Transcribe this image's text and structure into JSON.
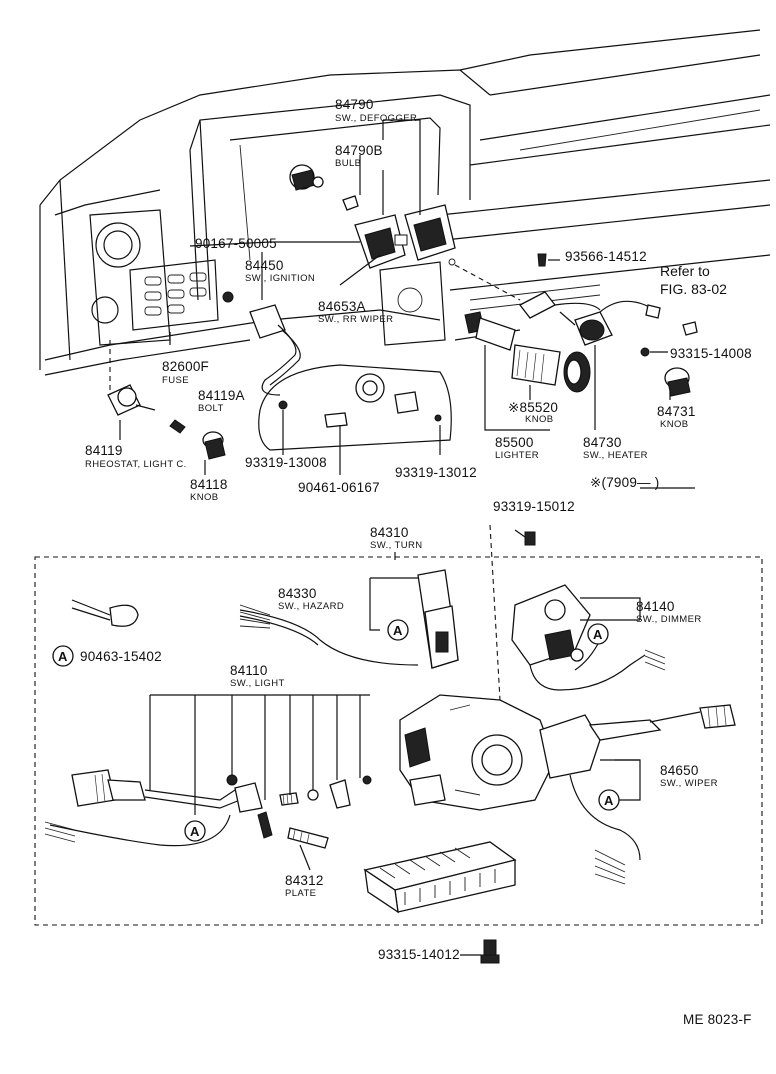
{
  "parts": {
    "p84790": {
      "number": "84790",
      "name": "SW., DEFOGGER"
    },
    "p84790B": {
      "number": "84790B",
      "name": "BULB"
    },
    "p90167": {
      "number": "90167-50005"
    },
    "p84450": {
      "number": "84450",
      "name": "SW., IGNITION"
    },
    "p84653A": {
      "number": "84653A",
      "name": "SW., RR WIPER"
    },
    "p82600F": {
      "number": "82600F",
      "name": "FUSE"
    },
    "p84119A": {
      "number": "84119A",
      "name": "BOLT"
    },
    "p84119": {
      "number": "84119",
      "name": "RHEOSTAT, LIGHT C."
    },
    "p84118": {
      "number": "84118",
      "name": "KNOB"
    },
    "p93319_13008": {
      "number": "93319-13008"
    },
    "p90461": {
      "number": "90461-06167"
    },
    "p93319_13012": {
      "number": "93319-13012"
    },
    "p93566": {
      "number": "93566-14512"
    },
    "p93315_14008": {
      "number": "93315-14008"
    },
    "p85520": {
      "number": "※85520",
      "name": "KNOB"
    },
    "p85500": {
      "number": "85500",
      "name": "LIGHTER"
    },
    "p84730": {
      "number": "84730",
      "name": "SW., HEATER"
    },
    "p84731": {
      "number": "84731",
      "name": "KNOB"
    },
    "p93319_15012": {
      "number": "93319-15012"
    },
    "p84310": {
      "number": "84310",
      "name": "SW., TURN"
    },
    "p84330": {
      "number": "84330",
      "name": "SW., HAZARD"
    },
    "p84140": {
      "number": "84140",
      "name": "SW., DIMMER"
    },
    "p90463": {
      "number": "90463-15402"
    },
    "p84110": {
      "number": "84110",
      "name": "SW., LIGHT"
    },
    "p84650": {
      "number": "84650",
      "name": "SW., WIPER"
    },
    "p84312": {
      "number": "84312",
      "name": "PLATE"
    },
    "p93315_14012": {
      "number": "93315-14012"
    }
  },
  "reference": {
    "line1": "Refer to",
    "line2": "FIG. 83-02"
  },
  "note": "※(7909—        )",
  "callout_letter": "A",
  "footer": "ME  8023-F"
}
